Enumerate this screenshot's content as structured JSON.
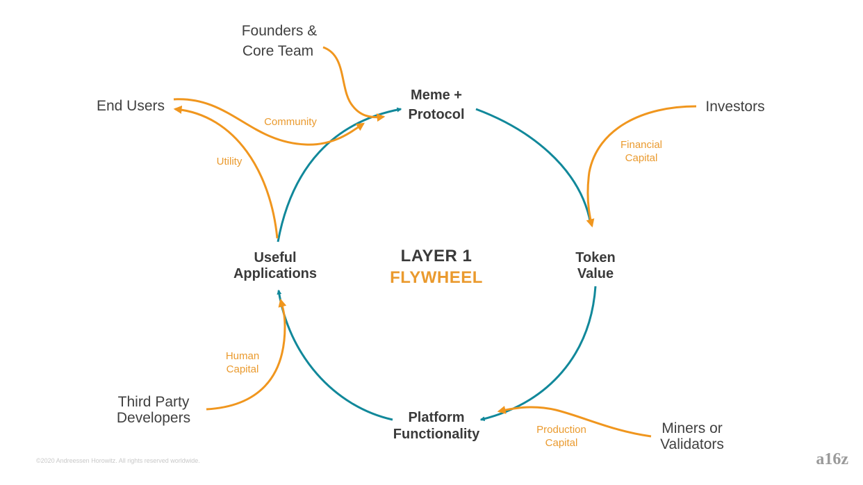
{
  "title": {
    "line1": "LAYER 1",
    "line2": "FLYWHEEL"
  },
  "nodes": {
    "meme_protocol": [
      "Meme +",
      "Protocol"
    ],
    "token_value": [
      "Token",
      "Value"
    ],
    "platform_functionality": [
      "Platform",
      "Functionality"
    ],
    "useful_applications": [
      "Useful",
      "Applications"
    ]
  },
  "actors": {
    "founders": [
      "Founders &",
      "Core Team"
    ],
    "end_users": [
      "End Users"
    ],
    "investors": [
      "Investors"
    ],
    "third_party": [
      "Third Party",
      "Developers"
    ],
    "miners": [
      "Miners or",
      "Validators"
    ]
  },
  "flow_labels": {
    "community": [
      "Community"
    ],
    "utility": [
      "Utility"
    ],
    "financial_capital": [
      "Financial",
      "Capital"
    ],
    "human_capital": [
      "Human",
      "Capital"
    ],
    "production_capital": [
      "Production",
      "Capital"
    ]
  },
  "footer": {
    "copyright": "©2020 Andreessen Horowitz. All rights reserved worldwide.",
    "logo": "a16z"
  },
  "colors": {
    "teal": "#11889a",
    "orange": "#f0961e",
    "orange_text": "#ea9a2e",
    "node_text": "#3a3a3a"
  }
}
